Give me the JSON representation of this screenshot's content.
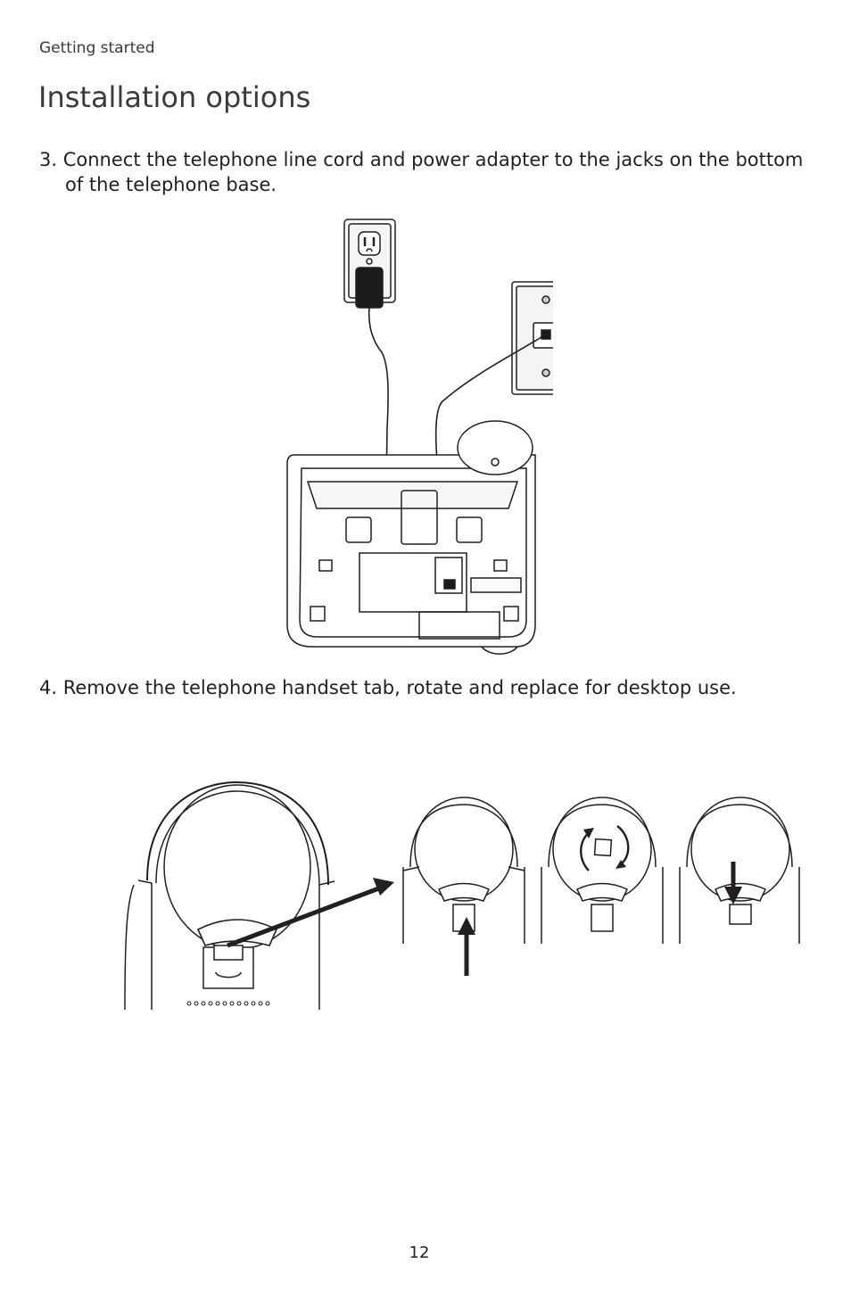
{
  "header": {
    "section_label": "Getting started",
    "title": "Installation options"
  },
  "steps": [
    {
      "number": "3.",
      "text_line1": "Connect the telephone line cord and power adapter to the jacks on the bottom",
      "text_line2": "of the telephone base."
    },
    {
      "number": "4.",
      "text": "Remove the telephone handset tab, rotate and replace for desktop use."
    }
  ],
  "figures": {
    "base_installation": {
      "icons": [
        "power-outlet-icon",
        "power-adapter-icon",
        "telephone-wall-jack-icon",
        "telephone-base-icon"
      ]
    },
    "handset_tab": {
      "icons": [
        "handset-cradle-icon",
        "arrow-icon",
        "rotate-arrows-icon"
      ]
    }
  },
  "footer": {
    "page_number": "12"
  }
}
